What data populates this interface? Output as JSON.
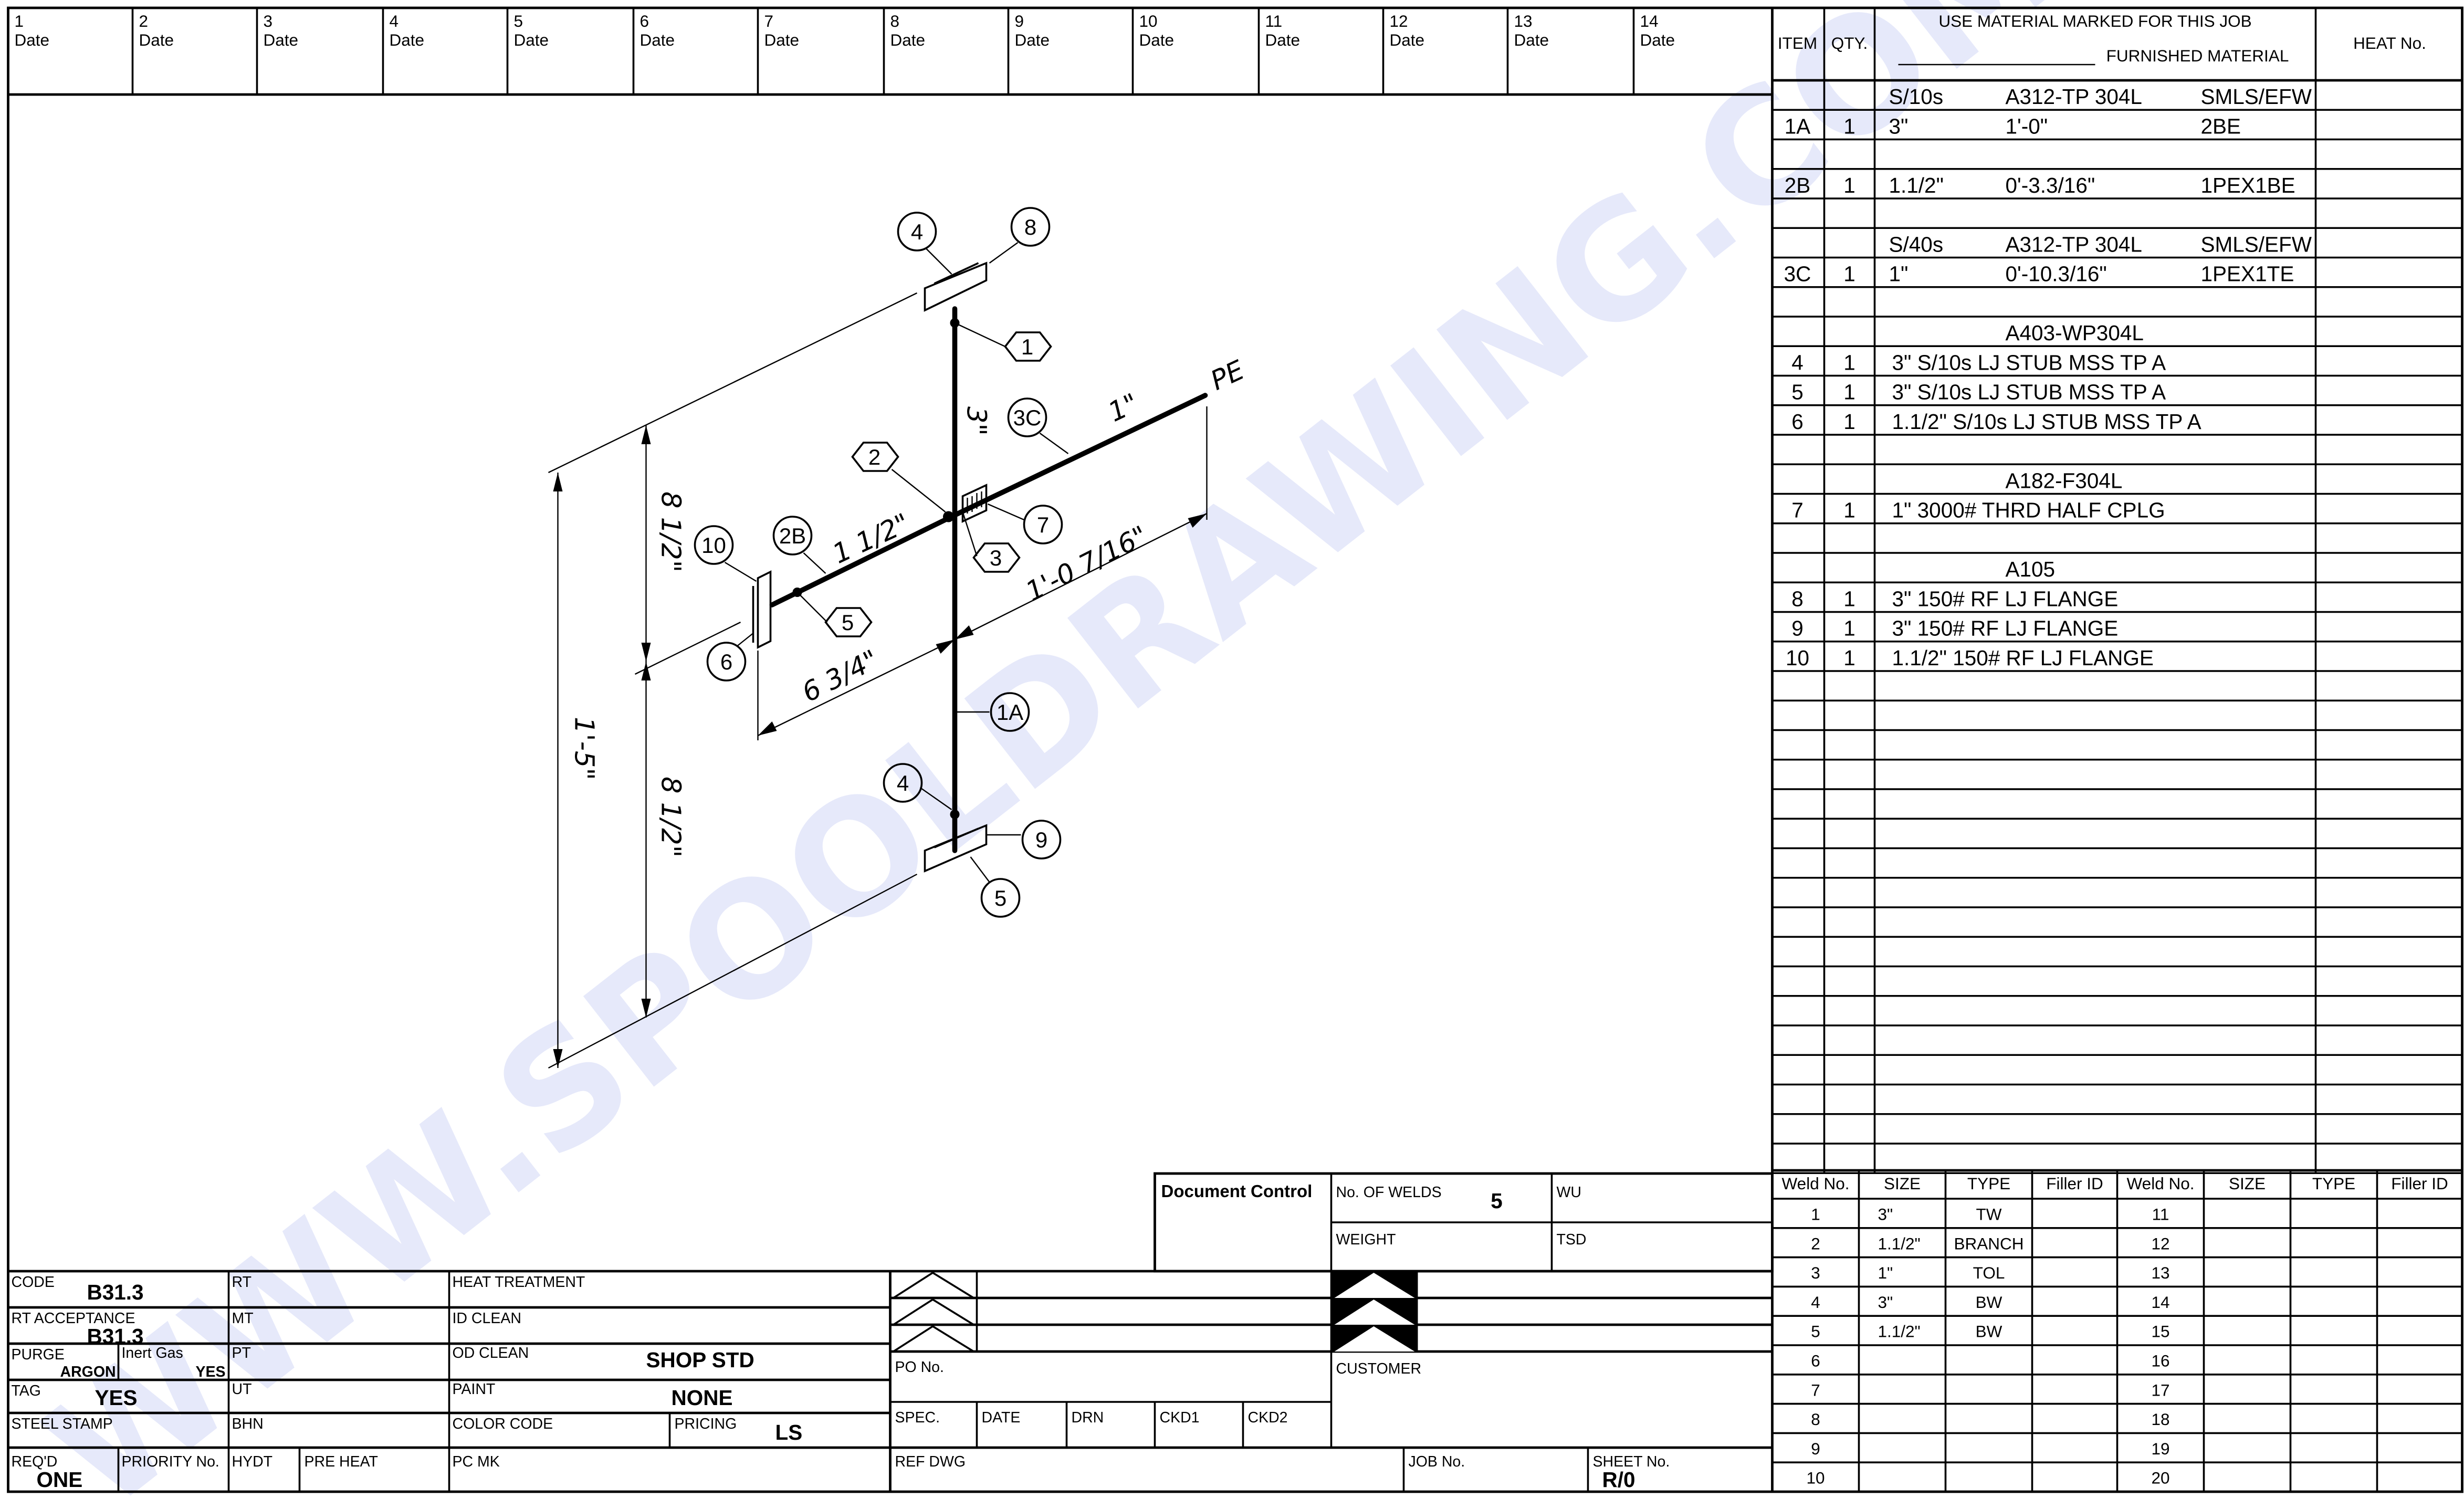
{
  "watermark": "WWW.SPOOLDRAWING.COM",
  "date_row": [
    {
      "num": "1",
      "label": "Date"
    },
    {
      "num": "2",
      "label": "Date"
    },
    {
      "num": "3",
      "label": "Date"
    },
    {
      "num": "4",
      "label": "Date"
    },
    {
      "num": "5",
      "label": "Date"
    },
    {
      "num": "6",
      "label": "Date"
    },
    {
      "num": "7",
      "label": "Date"
    },
    {
      "num": "8",
      "label": "Date"
    },
    {
      "num": "9",
      "label": "Date"
    },
    {
      "num": "10",
      "label": "Date"
    },
    {
      "num": "11",
      "label": "Date"
    },
    {
      "num": "12",
      "label": "Date"
    },
    {
      "num": "13",
      "label": "Date"
    },
    {
      "num": "14",
      "label": "Date"
    }
  ],
  "bom": {
    "headers": {
      "item": "ITEM",
      "qty": "QTY.",
      "material_line1": "USE MATERIAL MARKED FOR THIS JOB",
      "material_line2": "FURNISHED MATERIAL",
      "heat": "HEAT No."
    },
    "total_rows": 37,
    "rows": [
      {
        "item": "",
        "qty": "",
        "c1": "S/10s",
        "c2": "A312-TP 304L",
        "c3": "SMLS/EFW"
      },
      {
        "item": "1A",
        "qty": "1",
        "c1": "3\"",
        "c2": "1'-0\"",
        "c3": "2BE"
      },
      {},
      {
        "item": "2B",
        "qty": "1",
        "c1": "1.1/2\"",
        "c2": "0'-3.3/16\"",
        "c3": "1PEX1BE"
      },
      {},
      {
        "item": "",
        "qty": "",
        "c1": "S/40s",
        "c2": "A312-TP 304L",
        "c3": "SMLS/EFW"
      },
      {
        "item": "3C",
        "qty": "1",
        "c1": "1\"",
        "c2": "0'-10.3/16\"",
        "c3": "1PEX1TE"
      },
      {},
      {
        "c2": "A403-WP304L"
      },
      {
        "item": "4",
        "qty": "1",
        "text": "3\" S/10s LJ STUB MSS TP A"
      },
      {
        "item": "5",
        "qty": "1",
        "text": "3\" S/10s LJ STUB MSS TP A"
      },
      {
        "item": "6",
        "qty": "1",
        "text": "1.1/2\" S/10s LJ STUB MSS TP A"
      },
      {},
      {
        "c2": "A182-F304L"
      },
      {
        "item": "7",
        "qty": "1",
        "text": "1\" 3000# THRD HALF CPLG"
      },
      {},
      {
        "c2": "A105"
      },
      {
        "item": "8",
        "qty": "1",
        "text": "3\" 150# RF LJ FLANGE"
      },
      {
        "item": "9",
        "qty": "1",
        "text": "3\" 150# RF LJ FLANGE"
      },
      {
        "item": "10",
        "qty": "1",
        "text": "1.1/2\" 150# RF LJ FLANGE"
      }
    ]
  },
  "welds": {
    "headers": [
      "Weld No.",
      "SIZE",
      "TYPE",
      "Filler ID",
      "Weld No.",
      "SIZE",
      "TYPE",
      "Filler ID"
    ],
    "rows": [
      [
        "1",
        "3\"",
        "TW",
        "",
        "11",
        "",
        "",
        ""
      ],
      [
        "2",
        "1.1/2\"",
        "BRANCH",
        "",
        "12",
        "",
        "",
        ""
      ],
      [
        "3",
        "1\"",
        "TOL",
        "",
        "13",
        "",
        "",
        ""
      ],
      [
        "4",
        "3\"",
        "BW",
        "",
        "14",
        "",
        "",
        ""
      ],
      [
        "5",
        "1.1/2\"",
        "BW",
        "",
        "15",
        "",
        "",
        ""
      ],
      [
        "6",
        "",
        "",
        "",
        "16",
        "",
        "",
        ""
      ],
      [
        "7",
        "",
        "",
        "",
        "17",
        "",
        "",
        ""
      ],
      [
        "8",
        "",
        "",
        "",
        "18",
        "",
        "",
        ""
      ],
      [
        "9",
        "",
        "",
        "",
        "19",
        "",
        "",
        ""
      ],
      [
        "10",
        "",
        "",
        "",
        "20",
        "",
        "",
        ""
      ]
    ]
  },
  "doc_control": {
    "title": "Document Control",
    "no_of_welds_label": "No. OF WELDS",
    "no_of_welds": "5",
    "wu_label": "WU",
    "weight_label": "WEIGHT",
    "tsd_label": "TSD"
  },
  "title_block": {
    "code_label": "CODE",
    "code": "B31.3",
    "rt_label": "RT",
    "heat_treatment_label": "HEAT TREATMENT",
    "rt_acceptance_label": "RT ACCEPTANCE",
    "rt_acceptance": "B31.3",
    "mt_label": "MT",
    "id_clean_label": "ID CLEAN",
    "purge_label": "PURGE",
    "purge": "ARGON",
    "inert_gas_label": "Inert Gas",
    "inert_gas": "YES",
    "pt_label": "PT",
    "od_clean_label": "OD CLEAN",
    "od_clean": "SHOP STD",
    "tag_label": "TAG",
    "tag": "YES",
    "ut_label": "UT",
    "paint_label": "PAINT",
    "paint": "NONE",
    "steel_stamp_label": "STEEL STAMP",
    "bhn_label": "BHN",
    "color_code_label": "COLOR CODE",
    "pricing_label": "PRICING",
    "pricing": "LS",
    "reqd_label": "REQ'D",
    "reqd": "ONE",
    "priority_label": "PRIORITY No.",
    "hydt_label": "HYDT",
    "pre_heat_label": "PRE HEAT",
    "pc_mk_label": "PC MK",
    "po_label": "PO No.",
    "spec_label": "SPEC.",
    "date_label": "DATE",
    "drn_label": "DRN",
    "ckd1_label": "CKD1",
    "ckd2_label": "CKD2",
    "customer_label": "CUSTOMER",
    "ref_dwg_label": "REF DWG",
    "job_label": "JOB No.",
    "sheet_label": "SHEET No.",
    "sheet": "R/0"
  },
  "drawing": {
    "callouts": {
      "c4a": "4",
      "c8": "8",
      "w1": "1",
      "c3c": "3C",
      "w2": "2",
      "c2b": "2B",
      "c10": "10",
      "w5a": "5",
      "c7": "7",
      "w3": "3",
      "c6": "6",
      "c1a": "1A",
      "c4b": "4",
      "c9": "9",
      "c5b": "5"
    },
    "sizes": {
      "main": "3\"",
      "branch_small": "1\"",
      "branch": "1 1/2\""
    },
    "end_prep": "PE",
    "dims": {
      "run": "1'-0 7/16\"",
      "offset": "6 3/4\"",
      "total": "1'-5\"",
      "upper": "8 1/2\"",
      "lower": "8 1/2\""
    }
  }
}
